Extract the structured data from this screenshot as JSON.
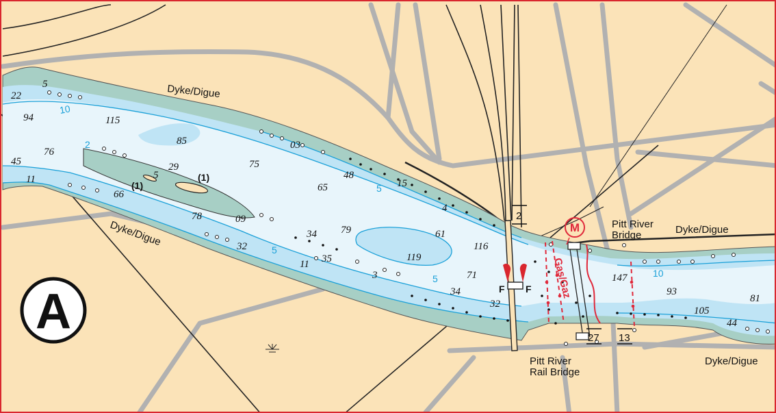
{
  "chart": {
    "inset_letter": "A",
    "colors": {
      "land": "#fbe3b8",
      "deep_water": "#e8f5fb",
      "shallow_water": "#bfe4f5",
      "drying_bank": "#a7cfc5",
      "contour": "#1aa0d8",
      "road": "#b1b1b1",
      "border": "#d9262e",
      "cable": "#e0283a"
    },
    "place_labels": {
      "dyke_top": "Dyke/Digue",
      "dyke_left": "Dyke/Digue",
      "dyke_right": "Dyke/Digue",
      "dyke_bottom_right": "Dyke/Digue",
      "pitt_river_bridge_1": "Pitt River",
      "pitt_river_bridge_2": "Bridge",
      "rail_bridge_1": "Pitt River",
      "rail_bridge_2": "Rail Bridge"
    },
    "cable_label": "Gas/Gaz",
    "mooring_symbol": "M",
    "light_label_left": "F",
    "light_label_right": "F",
    "drying_heights": [
      "(1)",
      "(1)"
    ],
    "clearances": [
      "2",
      "27",
      "13"
    ],
    "contour_labels": [
      "10",
      "2",
      "5",
      "5",
      "5",
      "10"
    ],
    "soundings": [
      "5",
      "22",
      "94",
      "115",
      "85",
      "76",
      "45",
      "11",
      "29",
      "5",
      "66",
      "03",
      "75",
      "48",
      "65",
      "15",
      "4",
      "78",
      "09",
      "32",
      "34",
      "79",
      "61",
      "116",
      "11",
      "35",
      "119",
      "3",
      "71",
      "34",
      "32",
      "147",
      "93",
      "81",
      "105",
      "44"
    ]
  }
}
